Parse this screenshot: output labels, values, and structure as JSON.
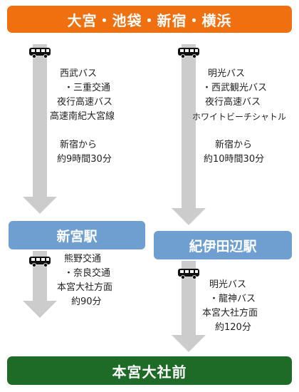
{
  "top_bar": {
    "label": "大宮・池袋・新宿・横浜"
  },
  "bottom_bar": {
    "label": "本宮大社前"
  },
  "stations": {
    "shingu": "新宮駅",
    "kii_tanabe": "紀伊田辺駅"
  },
  "route_left_upper": {
    "lines": [
      "西武バス",
      "・三重交通",
      "夜行高速バス",
      "高速南紀大宮線"
    ],
    "origin": "新宿から",
    "duration": "約9時間30分"
  },
  "route_right_upper": {
    "lines": [
      "明光バス",
      "・西武観光バス",
      "夜行高速バス",
      "ホワイトビーチシャトル"
    ],
    "origin": "新宿から",
    "duration": "約10時間30分"
  },
  "route_left_lower": {
    "lines": [
      "熊野交通",
      "・奈良交通",
      "本宮大社方面",
      "約90分"
    ]
  },
  "route_right_lower": {
    "lines": [
      "明光バス",
      "・龍神バス",
      "本宮大社方面",
      "約120分"
    ]
  },
  "colors": {
    "top": "#f07010",
    "bottom": "#1e6b28",
    "station": "#6f9fd0",
    "arrow": "#cccccc"
  },
  "icons": {
    "bus": "bus-icon"
  }
}
